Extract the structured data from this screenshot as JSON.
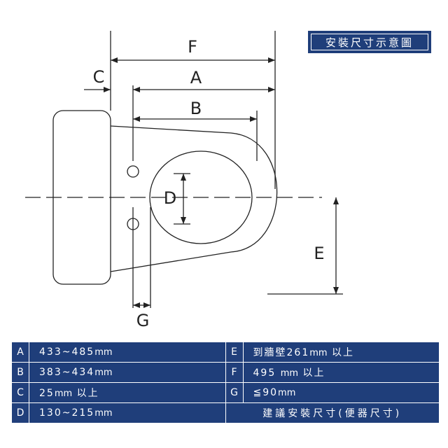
{
  "title": "安裝尺寸示意圖",
  "labels": {
    "F": "F",
    "A": "A",
    "C": "C",
    "B": "B",
    "D": "D",
    "E": "E",
    "G": "G"
  },
  "specs": {
    "left": [
      {
        "key": "A",
        "value": "433~485",
        "unit": "mm",
        "suffix": ""
      },
      {
        "key": "B",
        "value": "383~434",
        "unit": "mm",
        "suffix": ""
      },
      {
        "key": "C",
        "value": "25",
        "unit": "mm",
        "suffix": "以上"
      },
      {
        "key": "D",
        "value": "130~215",
        "unit": "mm",
        "suffix": ""
      }
    ],
    "right": [
      {
        "key": "E",
        "prefix": "到牆壁",
        "value": "261",
        "unit": "mm",
        "suffix": "以上"
      },
      {
        "key": "F",
        "prefix": "",
        "value": "495",
        "unit": "mm",
        "suffix": "以上"
      },
      {
        "key": "G",
        "prefix": "",
        "value": "≦90",
        "unit": "mm",
        "suffix": ""
      }
    ],
    "note": "建議安裝尺寸(便器尺寸)"
  },
  "colors": {
    "table_bg": "#1f3e7a",
    "line": "#222222"
  }
}
